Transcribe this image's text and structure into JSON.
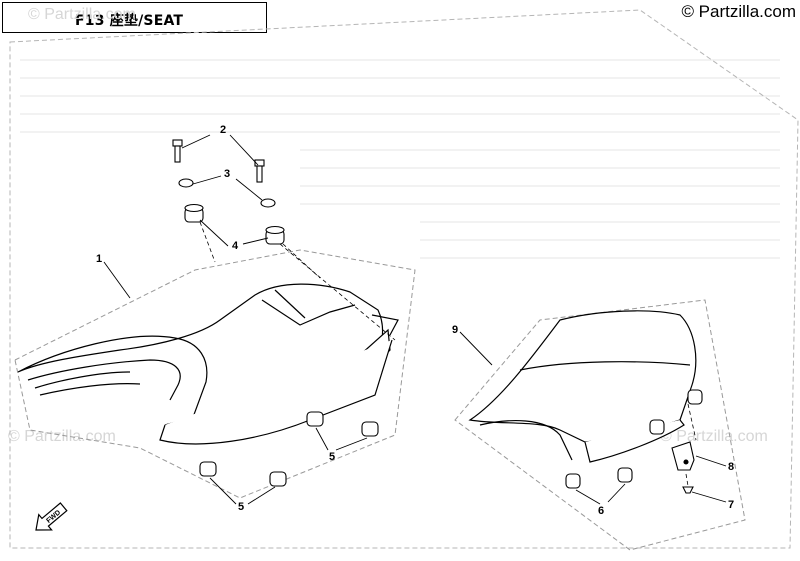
{
  "header": {
    "title": "F13 座垫/SEAT",
    "copyright": "© Partzilla.com"
  },
  "watermarks": [
    "© Partzilla.com",
    "© Partzilla.com",
    "© Partzilla.com"
  ],
  "callouts": {
    "c1": "1",
    "c2": "2",
    "c3": "3",
    "c4": "4",
    "c5a": "5",
    "c5b": "5",
    "c6": "6",
    "c7": "7",
    "c8": "8",
    "c9": "9"
  },
  "fwd_label": "FWD"
}
